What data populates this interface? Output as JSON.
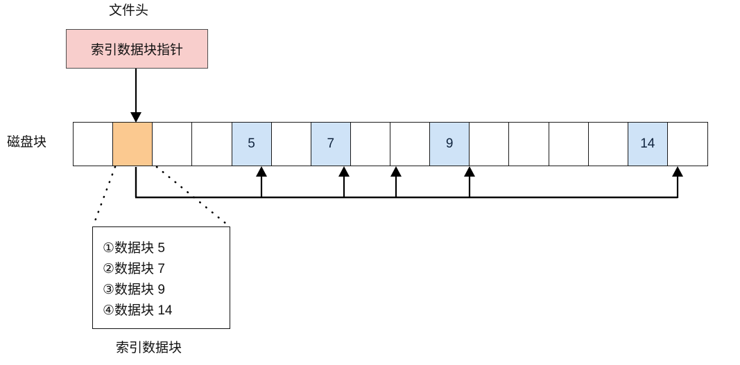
{
  "diagram": {
    "title_label": "文件头",
    "header_box": {
      "text": "索引数据块指针"
    },
    "disk_row_label": "磁盘块",
    "index_block_caption": "索引数据块",
    "colors": {
      "header_fill": "#f8cecc",
      "header_stroke": "#4d4d4d",
      "index_pointer_cell_fill": "#fbc990",
      "data_cell_fill": "#cfe3f7",
      "cell_stroke": "#1a1a1a",
      "line_stroke": "#000000",
      "text": "#111111"
    },
    "disk_blocks": [
      {
        "index": 0,
        "label": "",
        "fill": "empty"
      },
      {
        "index": 1,
        "label": "",
        "fill": "index"
      },
      {
        "index": 2,
        "label": "",
        "fill": "empty"
      },
      {
        "index": 3,
        "label": "",
        "fill": "empty"
      },
      {
        "index": 4,
        "label": "5",
        "fill": "data"
      },
      {
        "index": 5,
        "label": "",
        "fill": "empty"
      },
      {
        "index": 6,
        "label": "7",
        "fill": "data"
      },
      {
        "index": 7,
        "label": "",
        "fill": "empty"
      },
      {
        "index": 8,
        "label": "",
        "fill": "empty"
      },
      {
        "index": 9,
        "label": "9",
        "fill": "data"
      },
      {
        "index": 10,
        "label": "",
        "fill": "empty"
      },
      {
        "index": 11,
        "label": "",
        "fill": "empty"
      },
      {
        "index": 12,
        "label": "",
        "fill": "empty"
      },
      {
        "index": 13,
        "label": "",
        "fill": "empty"
      },
      {
        "index": 14,
        "label": "14",
        "fill": "data"
      },
      {
        "index": 15,
        "label": "",
        "fill": "empty"
      }
    ],
    "index_entries": [
      {
        "marker": "①",
        "text": "数据块 5"
      },
      {
        "marker": "②",
        "text": "数据块 7"
      },
      {
        "marker": "③",
        "text": "数据块 9"
      },
      {
        "marker": "④",
        "text": "数据块 14"
      }
    ]
  }
}
